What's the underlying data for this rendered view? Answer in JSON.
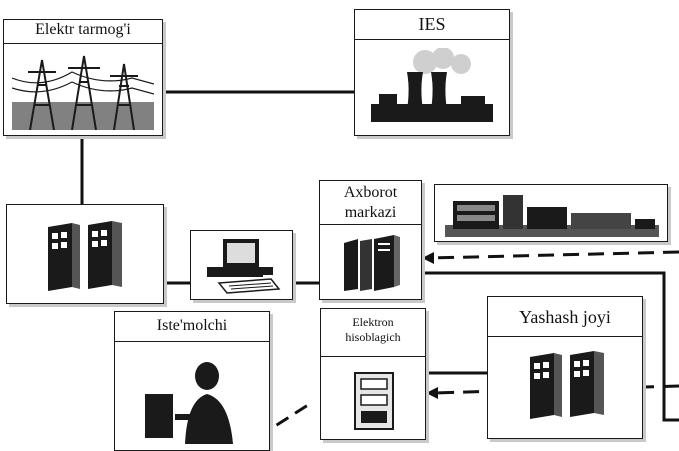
{
  "nodes": {
    "grid": {
      "label": "Elektr tarmog'i"
    },
    "plant": {
      "label": "IES"
    },
    "info": {
      "label": "Axborot markazi"
    },
    "consumer": {
      "label": "Iste'molchi"
    },
    "meter": {
      "label": "Elektron hisoblagich"
    },
    "home": {
      "label": "Yashash joyi"
    }
  },
  "colors": {
    "line": "#111111",
    "art": "#1a1a1a",
    "shadow": "#c9c9c9"
  },
  "icons": [
    "power-lines-icon",
    "power-plant-icon",
    "server-icon",
    "computer-icon",
    "building-icon",
    "person-icon",
    "meter-icon"
  ]
}
